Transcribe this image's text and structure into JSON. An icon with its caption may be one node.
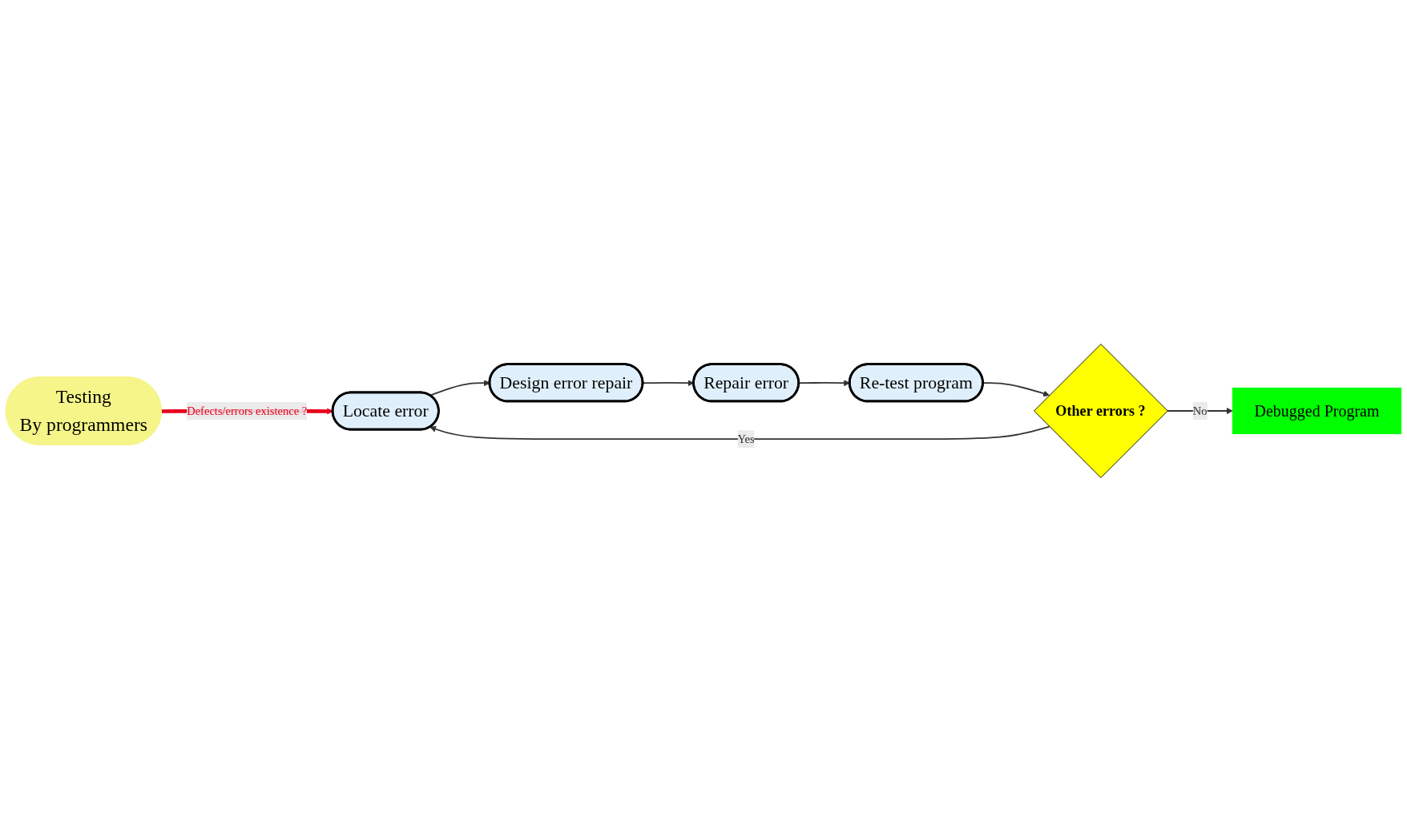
{
  "diagram": {
    "nodes": [
      {
        "text": [
          "Testing",
          "By programmers"
        ]
      },
      {
        "text": [
          "Locate error"
        ]
      },
      {
        "text": [
          "Design error repair"
        ]
      },
      {
        "text": [
          "Repair error"
        ]
      },
      {
        "text": [
          "Re-test program"
        ]
      },
      {
        "text": [
          "Other errors ?"
        ]
      },
      {
        "text": [
          "Debugged Program"
        ]
      }
    ],
    "edges": [
      {
        "from": 0,
        "to": 1,
        "arrow": "to",
        "label": "Defects/errors existence ?",
        "style": "thick",
        "color": "#e8001c"
      },
      {
        "from": 1,
        "to": 2,
        "arrow": "to"
      },
      {
        "from": 2,
        "to": 3,
        "arrow": "to"
      },
      {
        "from": 3,
        "to": 4,
        "arrow": "to"
      },
      {
        "from": 4,
        "to": 5,
        "arrow": "to"
      },
      {
        "from": 5,
        "to": 1,
        "arrow": "to",
        "label": "Yes"
      },
      {
        "from": 5,
        "to": 6,
        "arrow": "to",
        "label": "No"
      }
    ]
  }
}
